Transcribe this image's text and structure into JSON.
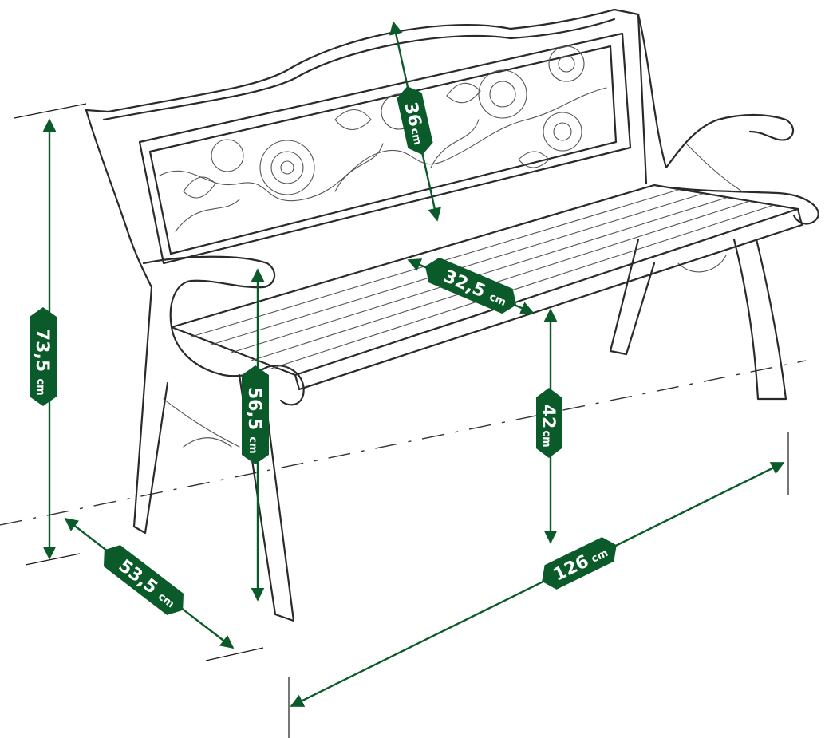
{
  "colors": {
    "dimension": "#0b5a2a",
    "sketch": "#2a2a2a",
    "background": "#ffffff"
  },
  "dimensions": {
    "backrest_height": {
      "value": "36",
      "unit": "cm"
    },
    "seat_depth": {
      "value": "32,5",
      "unit": "cm"
    },
    "total_height": {
      "value": "73,5",
      "unit": "cm"
    },
    "armrest_height": {
      "value": "56,5",
      "unit": "cm"
    },
    "seat_height": {
      "value": "42",
      "unit": "cm"
    },
    "total_depth": {
      "value": "53,5",
      "unit": "cm"
    },
    "total_width": {
      "value": "126",
      "unit": "cm"
    }
  }
}
